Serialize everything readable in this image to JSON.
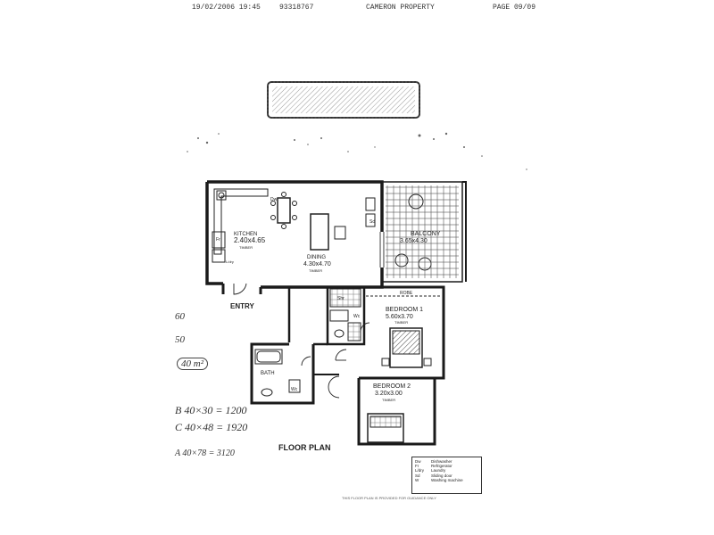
{
  "fax_header": {
    "date_time": "19/02/2006  19:45",
    "number": "93318767",
    "sender": "CAMERON PROPERTY",
    "page": "PAGE  09/09"
  },
  "plan": {
    "title": "FLOOR PLAN",
    "rooms": {
      "kitchen": {
        "name": "KITCHEN",
        "size": "2.40x4.65",
        "floor": "TIMBER"
      },
      "dining": {
        "name": "DINING",
        "size": "4.30x4.70",
        "floor": "TIMBER"
      },
      "balcony": {
        "name": "BALCONY",
        "size": "3.65x4.30"
      },
      "bedroom1": {
        "name": "BEDROOM 1",
        "size": "5.60x3.70",
        "floor": "TIMBER"
      },
      "bedroom2": {
        "name": "BEDROOM 2",
        "size": "3.20x3.00",
        "floor": "TIMBER"
      },
      "bath": {
        "name": "BATH"
      }
    },
    "labels": {
      "entry": "ENTRY",
      "robe": "ROBE",
      "shr": "Shr",
      "dw": "Dw",
      "fr": "Fr",
      "l_dry": "L/dry",
      "sd": "Sd",
      "wc": "Wc"
    },
    "legend": [
      {
        "key": "Dw",
        "value": "Dishwasher"
      },
      {
        "key": "Fr",
        "value": "Refrigerator"
      },
      {
        "key": "L/dry",
        "value": "Laundry"
      },
      {
        "key": "Sd",
        "value": "Sliding door"
      },
      {
        "key": "W",
        "value": "Washing machine"
      }
    ],
    "footnote": "THIS FLOOR PLAN IS PROVIDED FOR GUIDANCE ONLY"
  },
  "handwritten": {
    "margin_1": "60",
    "margin_2": "50",
    "margin_3": "40 m²",
    "calc_1": "B  40×30 = 1200",
    "calc_2": "C  40×48 = 1920",
    "calc_3": "A  40×78 = 3120"
  }
}
